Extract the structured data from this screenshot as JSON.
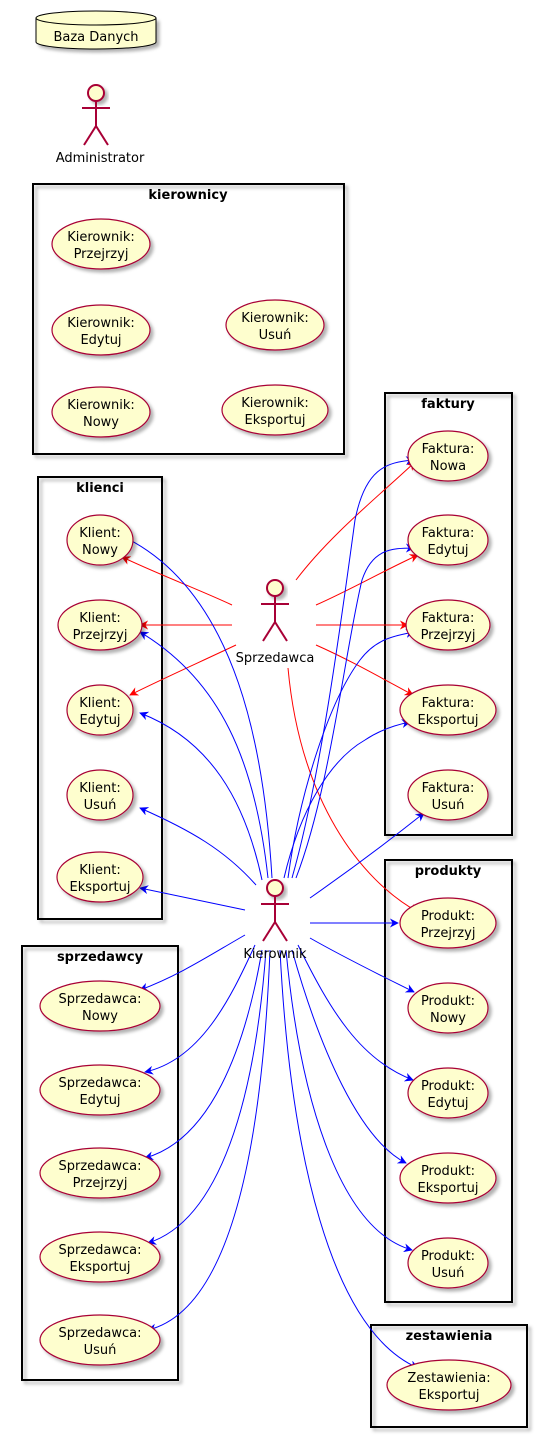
{
  "database": {
    "label": "Baza Danych"
  },
  "actors": {
    "administrator": "Administrator",
    "sprzedawca": "Sprzedawca",
    "kierownik": "Kierownik"
  },
  "packages": {
    "kierownicy": {
      "title": "kierownicy",
      "przejrzyj": [
        "Kierownik:",
        "Przejrzyj"
      ],
      "edytuj": [
        "Kierownik:",
        "Edytuj"
      ],
      "nowy": [
        "Kierownik:",
        "Nowy"
      ],
      "usun": [
        "Kierownik:",
        "Usuń"
      ],
      "eksportuj": [
        "Kierownik:",
        "Eksportuj"
      ]
    },
    "klienci": {
      "title": "klienci",
      "nowy": [
        "Klient:",
        "Nowy"
      ],
      "przejrzyj": [
        "Klient:",
        "Przejrzyj"
      ],
      "edytuj": [
        "Klient:",
        "Edytuj"
      ],
      "usun": [
        "Klient:",
        "Usuń"
      ],
      "eksportuj": [
        "Klient:",
        "Eksportuj"
      ]
    },
    "faktury": {
      "title": "faktury",
      "nowa": [
        "Faktura:",
        "Nowa"
      ],
      "edytuj": [
        "Faktura:",
        "Edytuj"
      ],
      "przejrzyj": [
        "Faktura:",
        "Przejrzyj"
      ],
      "eksportuj": [
        "Faktura:",
        "Eksportuj"
      ],
      "usun": [
        "Faktura:",
        "Usuń"
      ]
    },
    "produkty": {
      "title": "produkty",
      "przejrzyj": [
        "Produkt:",
        "Przejrzyj"
      ],
      "nowy": [
        "Produkt:",
        "Nowy"
      ],
      "edytuj": [
        "Produkt:",
        "Edytuj"
      ],
      "eksportuj": [
        "Produkt:",
        "Eksportuj"
      ],
      "usun": [
        "Produkt:",
        "Usuń"
      ]
    },
    "sprzedawcy": {
      "title": "sprzedawcy",
      "nowy": [
        "Sprzedawca:",
        "Nowy"
      ],
      "edytuj": [
        "Sprzedawca:",
        "Edytuj"
      ],
      "przejrzyj": [
        "Sprzedawca:",
        "Przejrzyj"
      ],
      "eksportuj": [
        "Sprzedawca:",
        "Eksportuj"
      ],
      "usun": [
        "Sprzedawca:",
        "Usuń"
      ]
    },
    "zestawienia": {
      "title": "zestawienia",
      "eksportuj": [
        "Zestawienia:",
        "Eksportuj"
      ]
    }
  },
  "colors": {
    "usecase_fill": "#FEFECE",
    "usecase_border": "#A80036",
    "sprzedawca_edge": "#FF0000",
    "kierownik_edge": "#0000FF"
  }
}
